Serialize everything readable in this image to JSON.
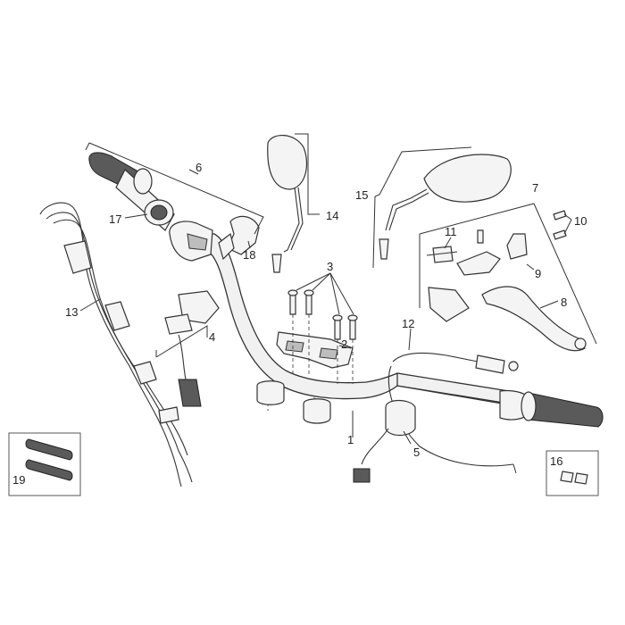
{
  "callouts": [
    {
      "id": "1",
      "text": "1"
    },
    {
      "id": "2",
      "text": "2"
    },
    {
      "id": "3",
      "text": "3"
    },
    {
      "id": "4",
      "text": "4"
    },
    {
      "id": "5",
      "text": "5"
    },
    {
      "id": "6",
      "text": "6"
    },
    {
      "id": "7",
      "text": "7"
    },
    {
      "id": "8",
      "text": "8"
    },
    {
      "id": "9",
      "text": "9"
    },
    {
      "id": "10",
      "text": "10"
    },
    {
      "id": "11",
      "text": "11"
    },
    {
      "id": "12",
      "text": "12"
    },
    {
      "id": "13",
      "text": "13"
    },
    {
      "id": "14",
      "text": "14"
    },
    {
      "id": "15",
      "text": "15"
    },
    {
      "id": "16",
      "text": "16"
    },
    {
      "id": "17",
      "text": "17"
    },
    {
      "id": "18",
      "text": "18"
    },
    {
      "id": "19",
      "text": "19"
    }
  ],
  "colors": {
    "line": "#333333",
    "fill_light": "#f4f4f4",
    "fill_dark": "#5a5a5a",
    "fill_mid": "#bdbdbd"
  }
}
